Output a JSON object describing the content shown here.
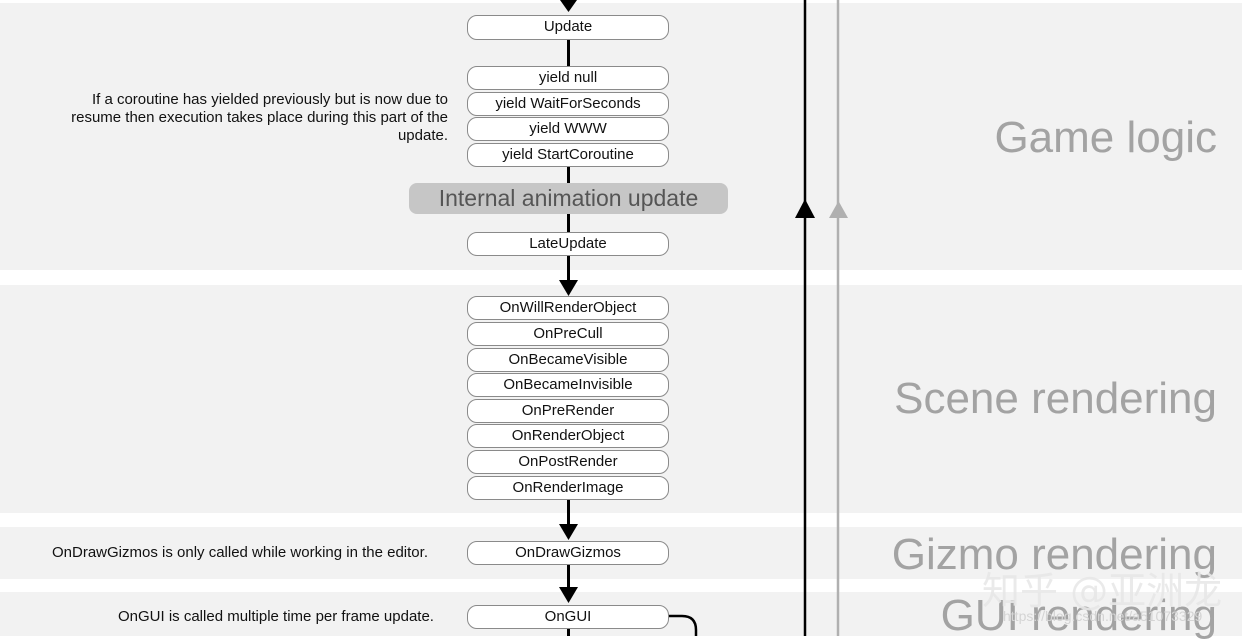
{
  "sections": {
    "game_logic": "Game logic",
    "scene_rendering": "Scene rendering",
    "gizmo_rendering": "Gizmo rendering",
    "gui_rendering": "GUI rendering"
  },
  "game_logic_nodes": {
    "update": "Update",
    "yield_null": "yield null",
    "yield_wait": "yield WaitForSeconds",
    "yield_www": "yield WWW",
    "yield_start": "yield StartCoroutine",
    "internal_animation": "Internal animation update",
    "late_update": "LateUpdate"
  },
  "scene_nodes": [
    "OnWillRenderObject",
    "OnPreCull",
    "OnBecameVisible",
    "OnBecameInvisible",
    "OnPreRender",
    "OnRenderObject",
    "OnPostRender",
    "OnRenderImage"
  ],
  "gizmo_node": "OnDrawGizmos",
  "gui_node": "OnGUI",
  "notes": {
    "coroutine": "If a coroutine has yielded previously but is now due to resume then execution takes place during this part of the update.",
    "gizmos": "OnDrawGizmos is only called while working in the editor.",
    "gui": "OnGUI is called multiple time per frame update."
  },
  "watermark": {
    "text": "知乎 @亚洲龙",
    "url": "https://blog.csdn.net/a51073329"
  },
  "colors": {
    "band": "#f2f2f2",
    "title": "#a3a3a3",
    "animation_bar": "#c6c6c6",
    "flow_line": "#000000",
    "loop_line_gray": "#b0b0b0"
  }
}
